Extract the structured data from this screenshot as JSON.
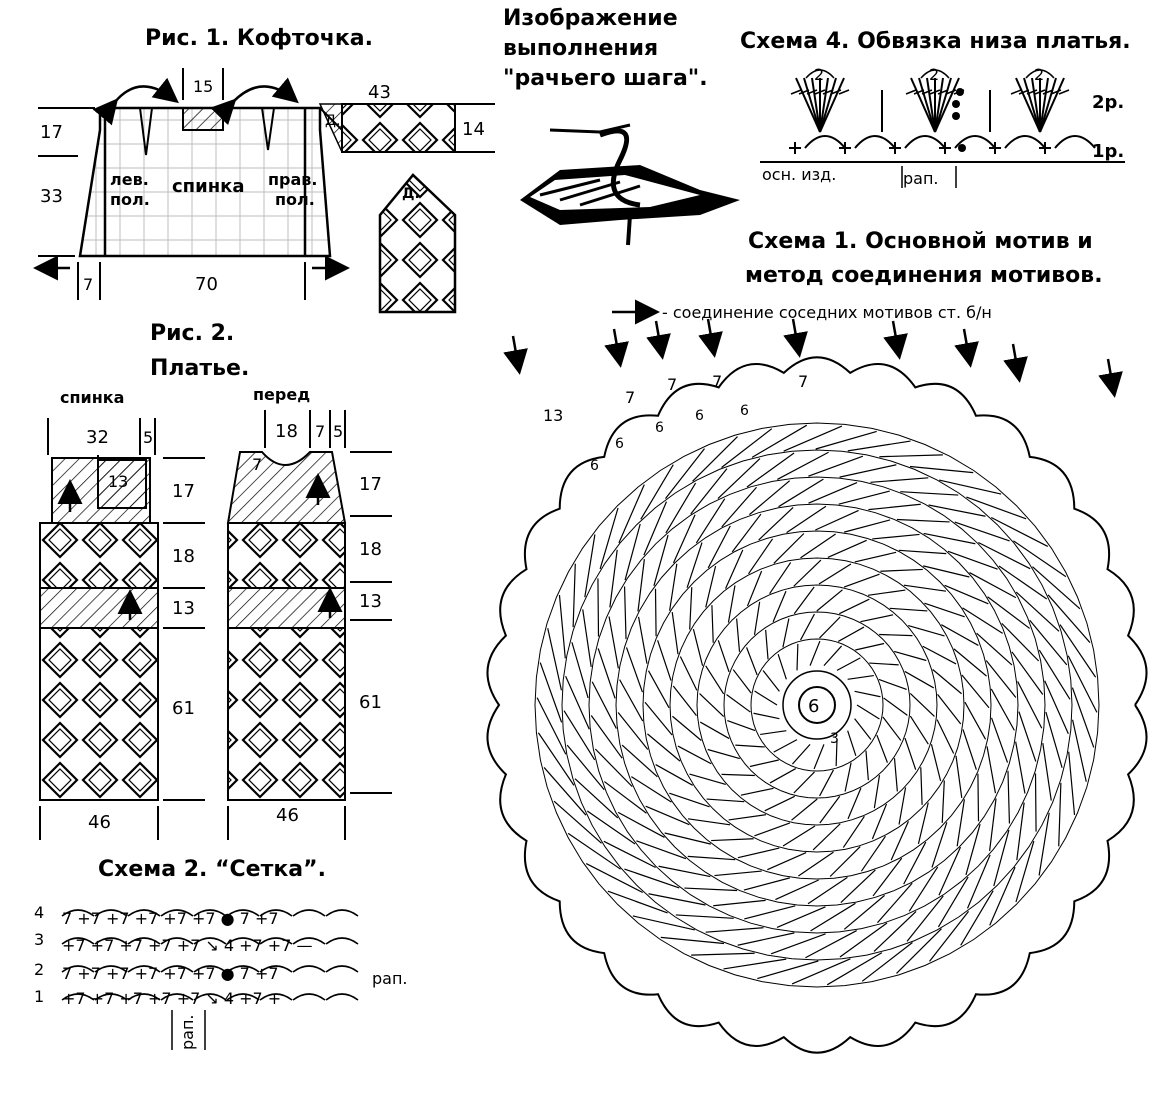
{
  "fig1": {
    "title": "Рис. 1. Кофточка.",
    "left_shelf": [
      "лев.",
      "пол."
    ],
    "back": "спинка",
    "right_shelf": [
      "прав.",
      "пол."
    ],
    "dims": {
      "top": "15",
      "left_height": "17",
      "body_height": "33",
      "side": "7",
      "width": "70",
      "sleeve_length": "43",
      "sleeve_width": "14"
    },
    "sleeve_mark": "Д.",
    "cuff_mark": "Д."
  },
  "stitch_image": {
    "title_lines": [
      "Изображение",
      "выполнения",
      "\"рачьего шага\"."
    ]
  },
  "scheme4": {
    "title": "Схема 4. Обвязка низа платья.",
    "row2": "2р.",
    "row1": "1р.",
    "base": "осн. изд.",
    "repeat": "рап.",
    "count": "2"
  },
  "scheme1": {
    "title_lines": [
      "Схема 1. Основной мотив и",
      "метод соединения мотивов."
    ],
    "legend": "- соединение соседних мотивов ст. б/н",
    "center_label": "6",
    "center_sub": "3",
    "arc_labels": [
      "13",
      "7",
      "7",
      "7",
      "7",
      "6",
      "6",
      "6",
      "6",
      "6"
    ]
  },
  "fig2": {
    "title_lines": [
      "Рис. 2.",
      "Платье."
    ],
    "back": {
      "label": "спинка",
      "top_width": "32",
      "shoulder": "5",
      "neck": "13",
      "heights": [
        "17",
        "18",
        "13",
        "61"
      ],
      "bottom": "46"
    },
    "front": {
      "label": "перед",
      "top_width": "18",
      "shoulder_a": "7",
      "shoulder_b": "5",
      "neck": "7",
      "heights": [
        "17",
        "18",
        "13",
        "61"
      ],
      "bottom": "46"
    }
  },
  "scheme2": {
    "title": "Схема 2. “Сетка”.",
    "rows": [
      {
        "num": "4",
        "text": "7 +7 +7 +7 +7 +7 ● 7 +7"
      },
      {
        "num": "3",
        "text": "+7 +7 +7 +7 +7 ↘ 4 +7 +7 —"
      },
      {
        "num": "2",
        "text": "7 +7 +7 +7 +7 +7 ● 7 +7"
      },
      {
        "num": "1",
        "text": "+7 +7 +7 +7 +7 ↘ 4 +7 +"
      }
    ],
    "repeat_right": "рап.",
    "repeat_bottom": "рап.",
    "mid_label": "7"
  }
}
